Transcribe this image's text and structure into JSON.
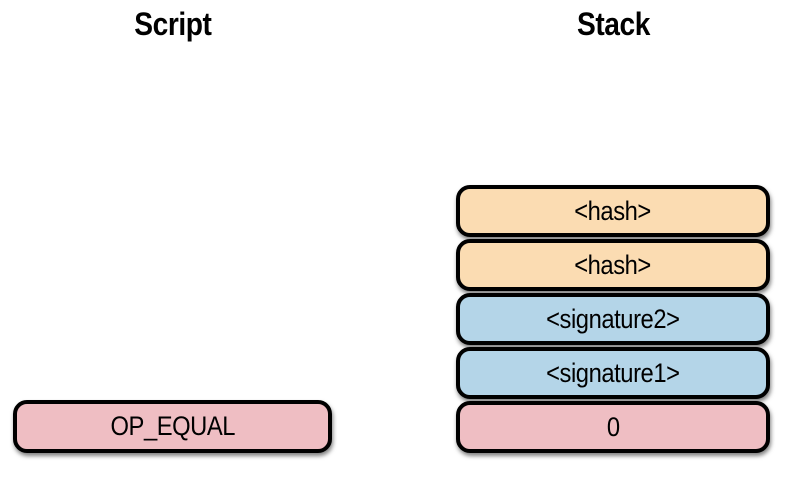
{
  "columns": {
    "script": {
      "title": "Script",
      "items": [
        {
          "label": "OP_EQUAL",
          "kind": "opcode"
        }
      ]
    },
    "stack": {
      "title": "Stack",
      "items": [
        {
          "label": "<hash>",
          "kind": "hash"
        },
        {
          "label": "<hash>",
          "kind": "hash"
        },
        {
          "label": "<signature2>",
          "kind": "signature"
        },
        {
          "label": "<signature1>",
          "kind": "signature"
        },
        {
          "label": "0",
          "kind": "value"
        }
      ]
    }
  },
  "colors": {
    "hash_fill": "#fbdcb2",
    "signature_fill": "#b4d5e8",
    "opcode_fill": "#efbec3",
    "border": "#000000",
    "text": "#000000",
    "background": "#ffffff"
  }
}
